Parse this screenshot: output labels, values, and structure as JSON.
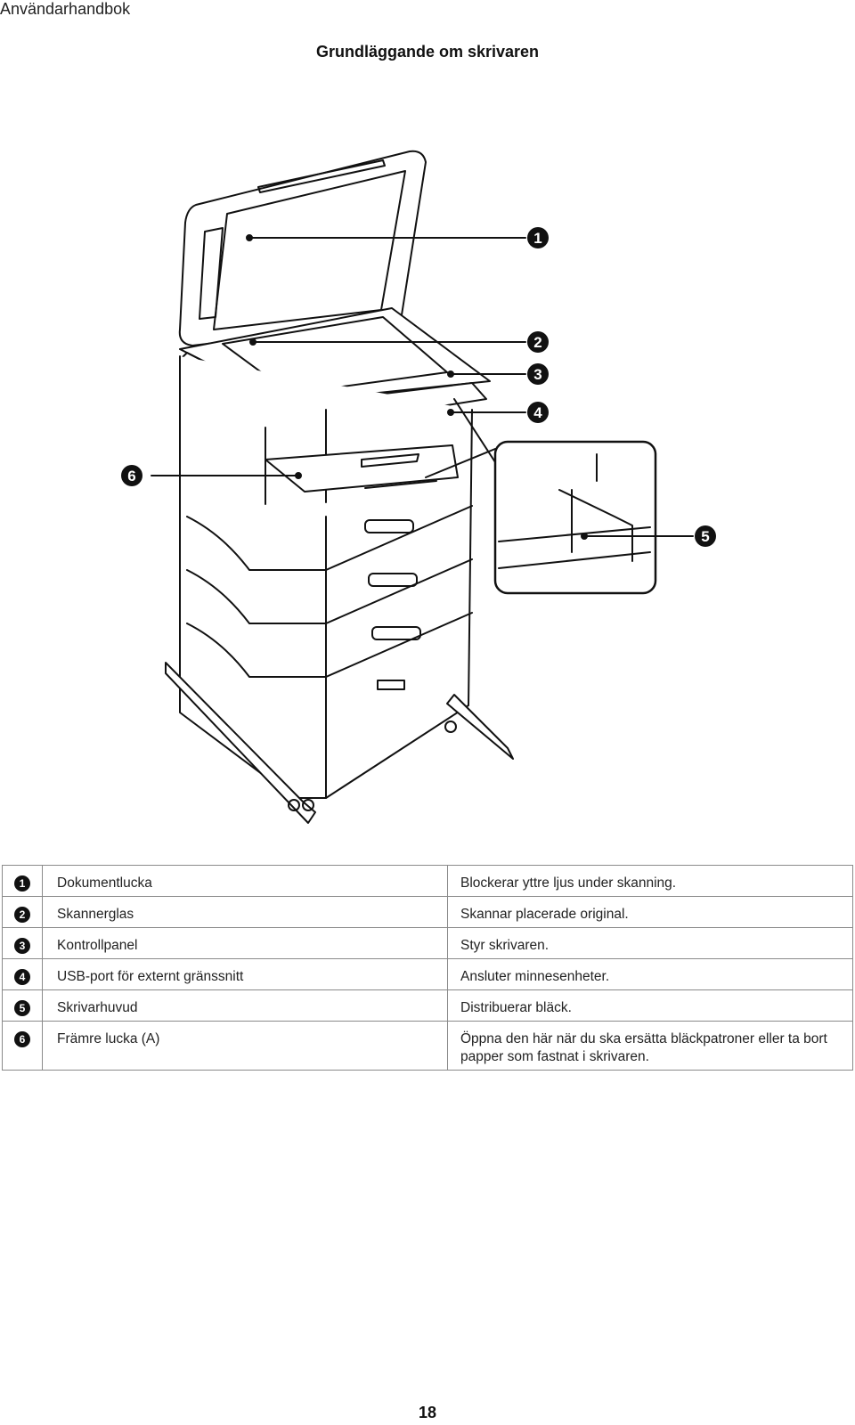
{
  "running_head": "Användarhandbok",
  "section_title": "Grundläggande om skrivaren",
  "callouts": [
    "1",
    "2",
    "3",
    "4",
    "5",
    "6"
  ],
  "parts": [
    {
      "number": "1",
      "name": "Dokumentlucka",
      "description": "Blockerar yttre ljus under skanning."
    },
    {
      "number": "2",
      "name": "Skannerglas",
      "description": "Skannar placerade original."
    },
    {
      "number": "3",
      "name": "Kontrollpanel",
      "description": "Styr skrivaren."
    },
    {
      "number": "4",
      "name": "USB-port för externt gränssnitt",
      "description": "Ansluter minnesenheter."
    },
    {
      "number": "5",
      "name": "Skrivarhuvud",
      "description": "Distribuerar bläck."
    },
    {
      "number": "6",
      "name": "Främre lucka (A)",
      "description": "Öppna den här när du ska ersätta bläckpatroner eller ta bort papper som fastnat i skrivaren."
    }
  ],
  "page_number": "18"
}
